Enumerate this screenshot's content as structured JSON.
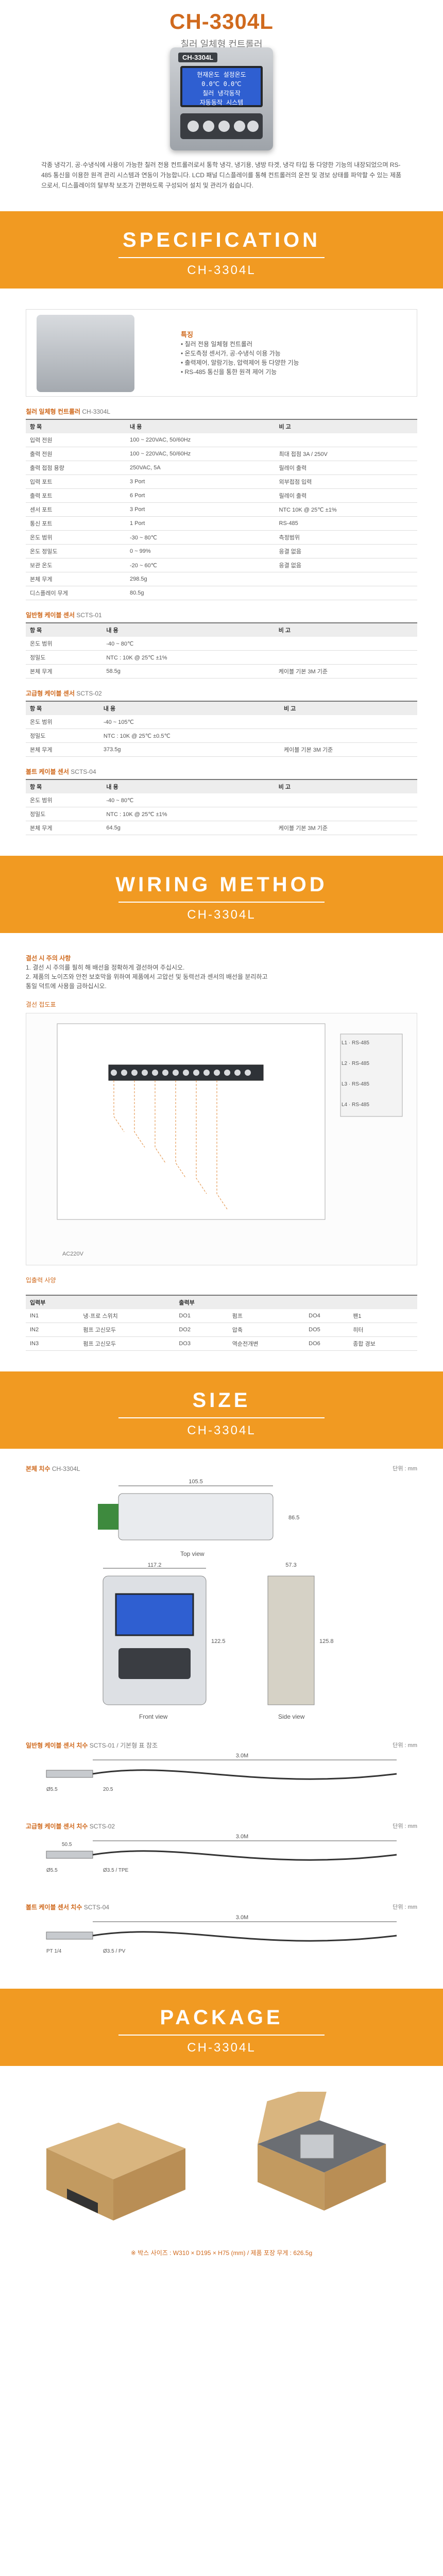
{
  "header": {
    "model": "CH-3304L",
    "subtitle": "칠러 일체형 컨트롤러",
    "lcd_lines": [
      "현재온도 설정온도",
      "0.0℃   0.0℃",
      "칠러 냉각동작",
      "자동동작 시스템"
    ]
  },
  "intro": "각종 냉각기, 공·수냉식에 사용이 가능한 칠러 전용 컨트롤러로서 통학 냉각, 냉기용, 냉방 타겟, 냉각 타입 등 다양한 기능의 내장되었으며 RS-485 통신을 이용한 원격 관리 시스템과 연동이 가능합니다. LCD 패널 디스플레이를 통해 컨트롤러의 운전 및 경보 상태를 파악할 수 있는 제품으로서, 디스플레이의 탈부착 보조가 간편하도록 구성되어 설치 및 관리가 쉽습니다.",
  "banners": {
    "spec": {
      "title": "SPECIFICATION",
      "model": "CH-3304L"
    },
    "wiring": {
      "title": "WIRING METHOD",
      "model": "CH-3304L"
    },
    "size": {
      "title": "SIZE",
      "model": "CH-3304L"
    },
    "package": {
      "title": "PACKAGE",
      "model": "CH-3304L"
    }
  },
  "features": {
    "heading": "특징",
    "items": [
      "• 칠러 전용 일체형 컨트롤러",
      "• 온도측정 센서가, 공·수냉식 이용 가능",
      "• 출력제어, 알람기능, 압력제어 등 다양한 기능",
      "• RS-485 통신을 통한 원격 제어 기능"
    ]
  },
  "tables": [
    {
      "title": "칠러 일체형 컨트롤러",
      "model": "CH-3304L",
      "headers": [
        "항 목",
        "내 용",
        "비 고"
      ],
      "rows": [
        [
          "입력 전원",
          "100 ~ 220VAC, 50/60Hz",
          ""
        ],
        [
          "출력 전원",
          "100 ~ 220VAC, 50/60Hz",
          "최대 접점 3A / 250V"
        ],
        [
          "출력 접점 용량",
          "250VAC, 5A",
          "릴레이 출력"
        ],
        [
          "입력 포트",
          "3 Port",
          "외부접점 입력"
        ],
        [
          "출력 포트",
          "6 Port",
          "릴레이 출력"
        ],
        [
          "센서 포트",
          "3 Port",
          "NTC 10K @ 25℃ ±1%"
        ],
        [
          "통신 포트",
          "1 Port",
          "RS-485"
        ],
        [
          "온도 범위",
          "-30 ~ 80℃",
          "측정범위"
        ],
        [
          "온도 정밀도",
          "0 ~ 99%",
          "응결 없음"
        ],
        [
          "보관 온도",
          "-20 ~ 60℃",
          "응결 없음"
        ],
        [
          "본체 무게",
          "298.5g",
          ""
        ],
        [
          "디스플레이 무게",
          "80.5g",
          ""
        ]
      ]
    },
    {
      "title": "일반형 케이블 센서",
      "model": "SCTS-01",
      "headers": [
        "항 목",
        "내 용",
        "비 고"
      ],
      "rows": [
        [
          "온도 범위",
          "-40 ~ 80℃",
          ""
        ],
        [
          "정밀도",
          "NTC : 10K @ 25℃ ±1%",
          ""
        ],
        [
          "본체 무게",
          "58.5g",
          "케이블 기본 3M 기준"
        ]
      ]
    },
    {
      "title": "고급형 케이블 센서",
      "model": "SCTS-02",
      "headers": [
        "항 목",
        "내 용",
        "비 고"
      ],
      "rows": [
        [
          "온도 범위",
          "-40 ~ 105℃",
          ""
        ],
        [
          "정밀도",
          "NTC : 10K @ 25℃ ±0.5℃",
          ""
        ],
        [
          "본체 무게",
          "373.5g",
          "케이블 기본 3M 기준"
        ]
      ]
    },
    {
      "title": "볼트 케이블 센서",
      "model": "SCTS-04",
      "headers": [
        "항 목",
        "내 용",
        "비 고"
      ],
      "rows": [
        [
          "온도 범위",
          "-40 ~ 80℃",
          ""
        ],
        [
          "정밀도",
          "NTC : 10K @ 25℃ ±1%",
          ""
        ],
        [
          "본체 무게",
          "64.5g",
          "케이블 기본 3M 기준"
        ]
      ]
    }
  ],
  "wiring": {
    "notes_heading": "결선 시 주의 사항",
    "notes": [
      "1. 결선 시 주의를 필히 해 배선을 정확하게 결선하여 주십시오.",
      "2. 제품의 노이즈와 안전 보호막을 위하여 제품에서 고압선 및 동력선과 센서의 배선을 분리하고",
      "   통일 덕트에 사용을 금하십시오."
    ],
    "diagram_title": "결선 접도표",
    "right_labels": [
      "L1 · RS-485",
      "L2 · RS-485",
      "L3 · RS-485",
      "L4 · RS-485"
    ],
    "left_label": "AC220V",
    "io_title": "입출력 사양",
    "io_headers": [
      "입력부",
      "",
      "출력부",
      "",
      "",
      ""
    ],
    "io_rows": [
      [
        "IN1",
        "냉·프로 스위치",
        "DO1",
        "펌프",
        "DO4",
        "팬1"
      ],
      [
        "IN2",
        "펌프 고신모두",
        "DO2",
        "압축",
        "DO5",
        "히터"
      ],
      [
        "IN3",
        "펌프 고신모두",
        "DO3",
        "역순전개변",
        "DO6",
        "종합 경보"
      ]
    ]
  },
  "size": {
    "unit": "단위 : mm",
    "sections": [
      {
        "title": "본체 치수",
        "model": "CH-3304L",
        "top_dim": "105.5",
        "side_dim": "86.5",
        "view": "Top view"
      },
      {
        "title": "",
        "model": "",
        "front_dim": "117.2",
        "side_dim": "57.3",
        "front_h": "122.5",
        "side_h": "125.8",
        "front_view": "Front view",
        "side_view": "Side view"
      },
      {
        "title": "일반형 케이블 센서 치수",
        "model": "SCTS-01 / 기본형 표 참조",
        "len": "3.0M",
        "d1": "Ø5.5",
        "d2": "20.5"
      },
      {
        "title": "고급형 케이블 센서 치수",
        "model": "SCTS-02",
        "len": "3.0M",
        "d1": "Ø5.5",
        "d2": "Ø3.5 / TPE",
        "d3": "50.5"
      },
      {
        "title": "볼트 케이블 센서 치수",
        "model": "SCTS-04",
        "len": "3.0M",
        "d1": "PT 1/4",
        "d2": "Ø3.5 / PV"
      }
    ]
  },
  "package": {
    "note": "※ 박스 사이즈 : W310 × D195 × H75 (mm) / 제품 포장 무게 : 626.5g"
  },
  "colors": {
    "accent": "#f19a22",
    "title": "#d06a1e",
    "lcd": "#2f5fd1"
  }
}
